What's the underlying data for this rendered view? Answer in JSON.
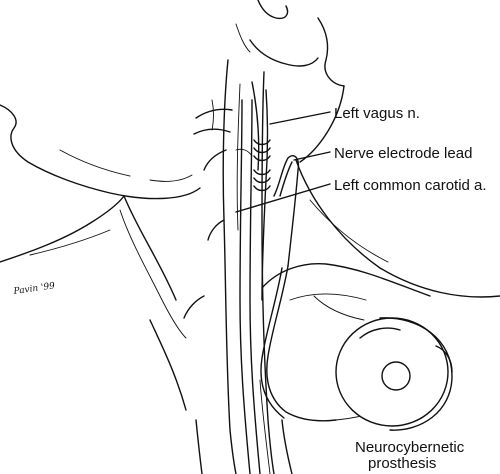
{
  "labels": {
    "vagus": "Left vagus n.",
    "lead": "Nerve electrode lead",
    "carotid": "Left common carotid a.",
    "prosthesis_line1": "Neurocybernetic",
    "prosthesis_line2": "prosthesis"
  },
  "signature": "Pavin '99",
  "colors": {
    "ink": "#111111",
    "background": "#ffffff"
  }
}
